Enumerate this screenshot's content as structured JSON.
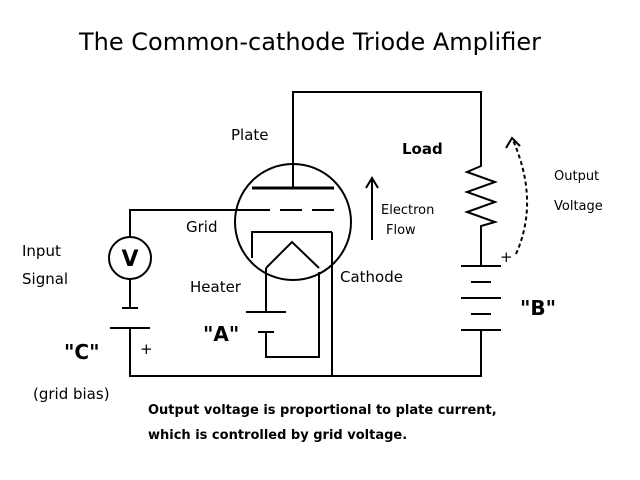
{
  "title": "The Common-cathode Triode Amplifier",
  "labels": {
    "plate": "Plate",
    "grid": "Grid",
    "heater": "Heater",
    "cathode": "Cathode",
    "load": "Load",
    "electron_flow_1": "Electron",
    "electron_flow_2": "Flow",
    "output_voltage_1": "Output",
    "output_voltage_2": "Voltage",
    "input_signal_1": "Input",
    "input_signal_2": "Signal",
    "voltmeter": "V",
    "battery_a": "\"A\"",
    "battery_b": "\"B\"",
    "battery_c": "\"C\"",
    "plus_c": "+",
    "plus_load": "+",
    "grid_bias": "(grid bias)"
  },
  "note": {
    "line1": "Output voltage is proportional to plate current,",
    "line2": "which is controlled by grid voltage."
  }
}
